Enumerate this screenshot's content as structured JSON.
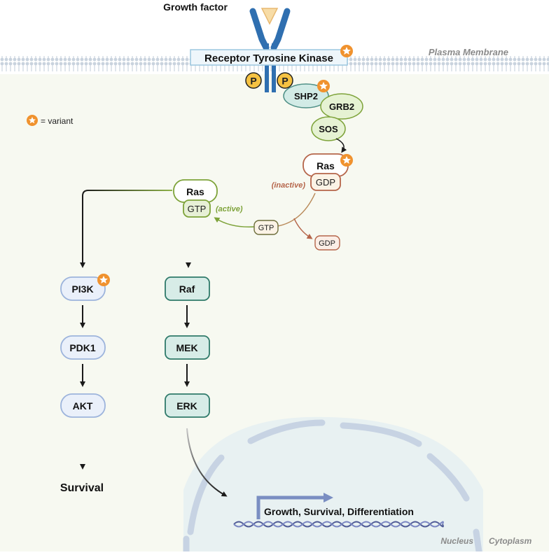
{
  "labels": {
    "growth_factor": "Growth factor",
    "receptor": "Receptor Tyrosine Kinase",
    "plasma_membrane": "Plasma Membrane",
    "phospho": "P",
    "shp2": "SHP2",
    "grb2": "GRB2",
    "sos": "SOS",
    "legend_variant": "= variant",
    "ras": "Ras",
    "gdp": "GDP",
    "gtp": "GTP",
    "inactive": "(inactive)",
    "active": "(active)",
    "pi3k": "PI3K",
    "pdk1": "PDK1",
    "akt": "AKT",
    "raf": "Raf",
    "mek": "MEK",
    "erk": "ERK",
    "survival": "Survival",
    "outcome": "Growth, Survival, Differentiation",
    "nucleus": "Nucleus",
    "cytoplasm": "Cytoplasm"
  },
  "colors": {
    "receptor_blue": "#2f6fb0",
    "variant_orange": "#f0922e",
    "phospho_yellow": "#f5c242",
    "green_node": "#7ea33a",
    "teal_node": "#2f7a6a",
    "blue_node": "#9db4dc",
    "ras_brown": "#b5654a",
    "cytoplasm_bg": "#f6f8f0",
    "nucleus_bg": "#e9f2f3"
  }
}
